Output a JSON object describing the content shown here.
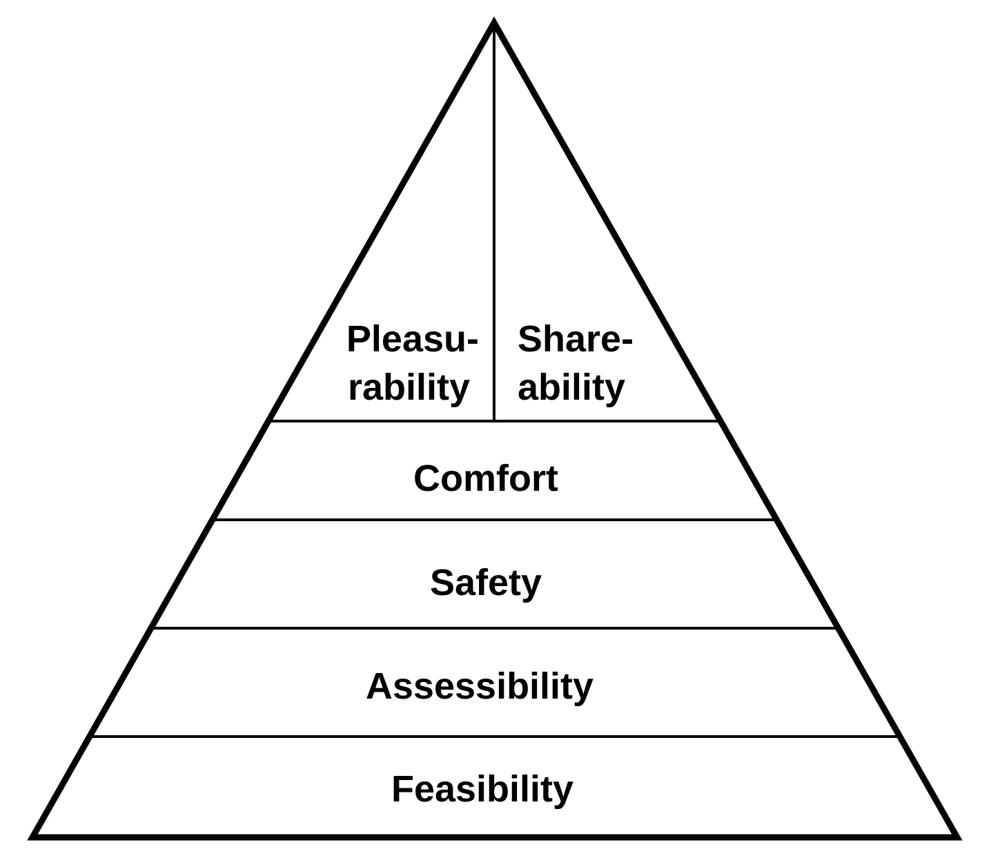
{
  "diagram": {
    "top": {
      "left": {
        "line1": "Pleasu-",
        "line2": "rability"
      },
      "right": {
        "line1": "Share-",
        "line2": "ability"
      }
    },
    "levels": [
      {
        "label": "Comfort"
      },
      {
        "label": "Safety"
      },
      {
        "label": "Assessibility"
      },
      {
        "label": "Feasibility"
      }
    ]
  }
}
